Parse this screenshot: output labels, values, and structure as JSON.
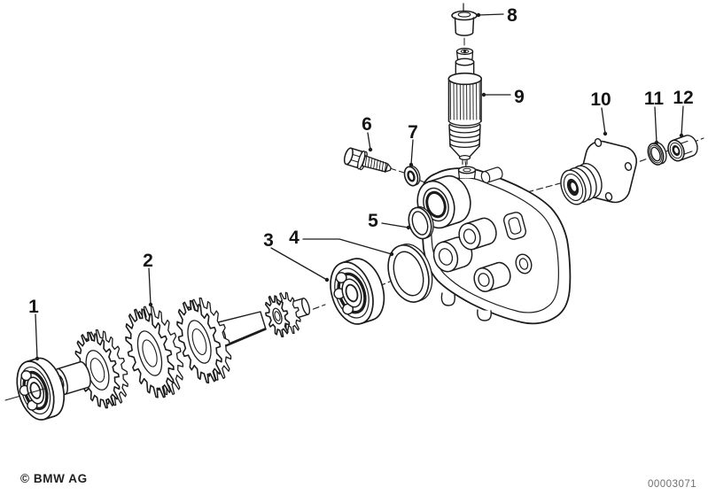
{
  "document": {
    "type": "exploded-parts-diagram",
    "callouts": [
      "1",
      "2",
      "3",
      "4",
      "5",
      "6",
      "7",
      "8",
      "9",
      "10",
      "11",
      "12"
    ],
    "footer": {
      "copyright": "© BMW AG",
      "doc_number": "00003071"
    },
    "ink_color": "#1c1c1c"
  }
}
